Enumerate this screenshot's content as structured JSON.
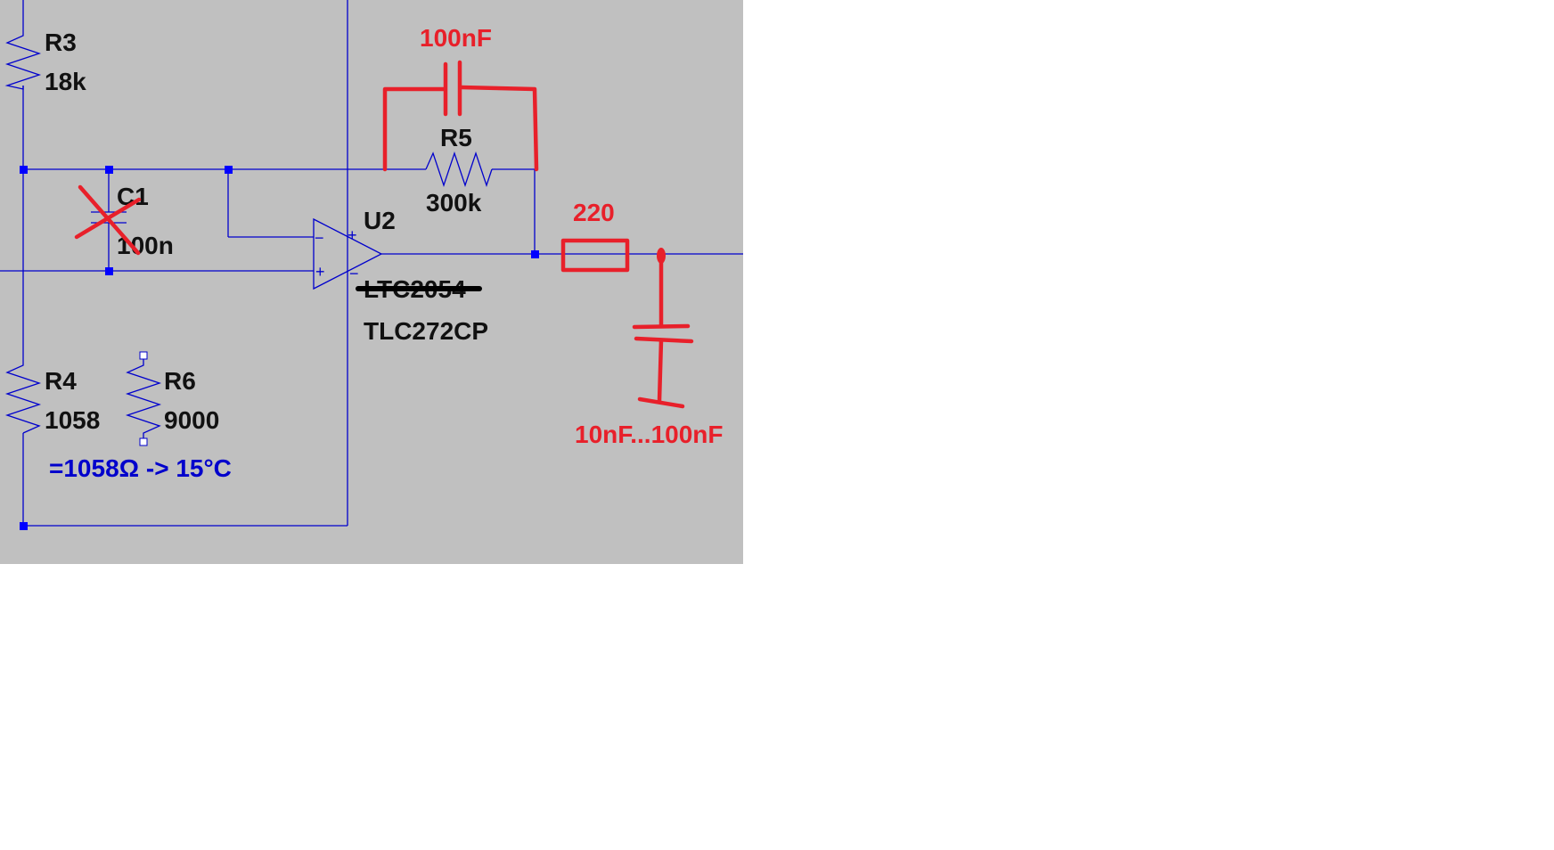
{
  "schematic": {
    "components": {
      "r3": {
        "ref": "R3",
        "value": "18k"
      },
      "c1": {
        "ref": "C1",
        "value": "100n"
      },
      "r4": {
        "ref": "R4",
        "value": "1058"
      },
      "r6": {
        "ref": "R6",
        "value": "9000"
      },
      "u2": {
        "ref": "U2",
        "old_part": "LTC2054",
        "new_part": "TLC272CP"
      },
      "r5": {
        "ref": "R5",
        "value": "300k"
      }
    },
    "opamp_pins": {
      "minus": "−",
      "plus": "+",
      "u2_plus": "+",
      "u2_minus": "−"
    },
    "note": "=1058Ω -> 15°C",
    "colors": {
      "background": "#c0c0c0",
      "wire": "#0000cc",
      "annotation": "#e8202a"
    }
  },
  "annotations": {
    "feedback_cap": "100nF",
    "series_resistor": "220",
    "output_cap": "10nF...100nF"
  }
}
